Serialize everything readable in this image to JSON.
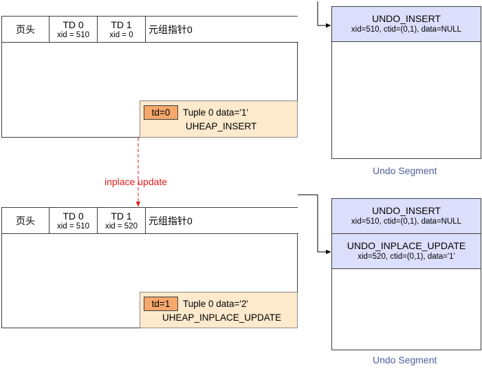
{
  "colors": {
    "tuple_fill": "#fde9cc",
    "td_marker_fill": "#f6a86c",
    "undo_record_fill": "#dcdffc",
    "segment_label": "#4f5d9a",
    "transition_label": "#e31b1b"
  },
  "before": {
    "page": {
      "header_label": "页头",
      "td0": {
        "title": "TD 0",
        "xid": "xid = 510"
      },
      "td1": {
        "title": "TD 1",
        "xid": "xid = 0"
      },
      "pointer_label": "元组指针0"
    },
    "tuple": {
      "td_marker": "td=0",
      "line1": "Tuple 0 data='1'",
      "line2": "UHEAP_INSERT"
    },
    "undo_segment": {
      "label": "Undo Segment",
      "records": [
        {
          "title": "UNDO_INSERT",
          "detail": "xid=510, ctid=(0,1), data=NULL"
        }
      ]
    }
  },
  "transition_label": "inplace update",
  "after": {
    "page": {
      "header_label": "页头",
      "td0": {
        "title": "TD 0",
        "xid": "xid = 510"
      },
      "td1": {
        "title": "TD 1",
        "xid": "xid = 520"
      },
      "pointer_label": "元组指针0"
    },
    "tuple": {
      "td_marker": "td=1",
      "line1": "Tuple 0 data='2'",
      "line2": "UHEAP_INPLACE_UPDATE"
    },
    "undo_segment": {
      "label": "Undo Segment",
      "records": [
        {
          "title": "UNDO_INSERT",
          "detail": "xid=510, ctid=(0,1), data=NULL"
        },
        {
          "title": "UNDO_INPLACE_UPDATE",
          "detail": "xid=520, ctid=(0,1), data='1'"
        }
      ]
    }
  }
}
